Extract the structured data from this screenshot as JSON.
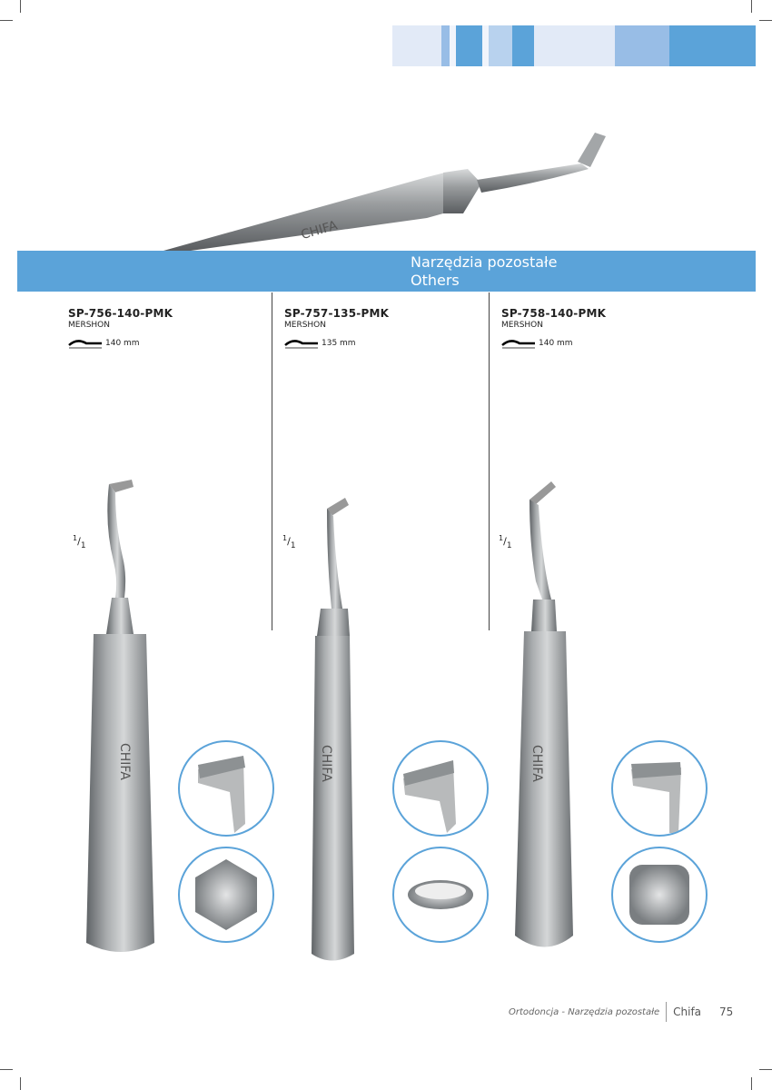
{
  "header": {
    "section_title_pl": "Narzędzia pozostałe",
    "section_title_en": "Others"
  },
  "colors": {
    "accent": "#5ba3d9",
    "mid": "#98bde6",
    "light": "#e2eaf7",
    "pale": "#b8d2ee"
  },
  "products": [
    {
      "code": "SP-756-140-PMK",
      "name": "MERSHON",
      "length": "140 mm",
      "scale_num": "1",
      "scale_den": "1"
    },
    {
      "code": "SP-757-135-PMK",
      "name": "MERSHON",
      "length": "135 mm",
      "scale_num": "1",
      "scale_den": "1"
    },
    {
      "code": "SP-758-140-PMK",
      "name": "MERSHON",
      "length": "140 mm",
      "scale_num": "1",
      "scale_den": "1"
    }
  ],
  "footer": {
    "section": "Ortodoncja - Narzędzia pozostałe",
    "brand": "Chifa",
    "page_number": "75"
  }
}
